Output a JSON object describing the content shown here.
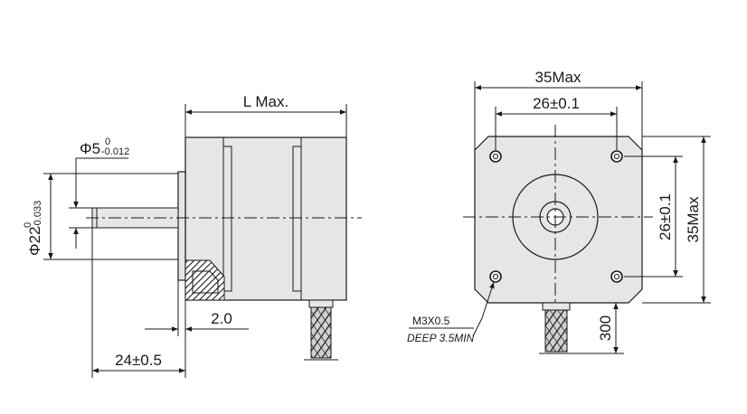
{
  "side_view": {
    "length_label": "L Max.",
    "bore_label": "Φ5",
    "bore_tol_upper": "0",
    "bore_tol_lower": "-0.012",
    "pilot_label": "Φ22",
    "pilot_tol_upper": "0",
    "pilot_tol_lower": "-0.033",
    "flange_label": "2.0",
    "shaft_label": "24±0.5"
  },
  "front_view": {
    "width_label": "35Max",
    "hole_spacing_h_label": "26±0.1",
    "hole_spacing_v_label": "26±0.1",
    "height_label": "35Max",
    "thread_label": "M3X0.5",
    "depth_label": "DEEP 3.5MIN",
    "lead_label": "300"
  },
  "colors": {
    "body_fill": "#e6e6e6",
    "line": "#1a1a1a"
  }
}
